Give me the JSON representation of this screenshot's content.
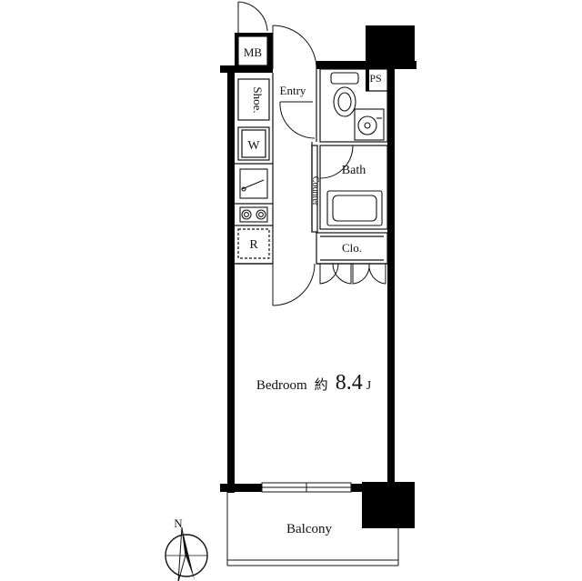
{
  "colors": {
    "wall": "#000000",
    "line": "#111111",
    "background": "#ffffff"
  },
  "labels": {
    "mb": "MB",
    "shoe": "Shoe.",
    "entry": "Entry",
    "ps": "PS",
    "w": "W",
    "bath": "Bath",
    "counter": "Counter",
    "r": "R",
    "closet": "Clo.",
    "bedroom": "Bedroom",
    "bedroom_size_prefix": "約",
    "bedroom_size_value": "8.4",
    "bedroom_size_unit": "J",
    "balcony": "Balcony",
    "north": "N"
  },
  "icons": [
    "compass-icon",
    "toilet-icon",
    "washbasin-icon",
    "bathtub-icon",
    "sink-icon",
    "stove-icon"
  ]
}
